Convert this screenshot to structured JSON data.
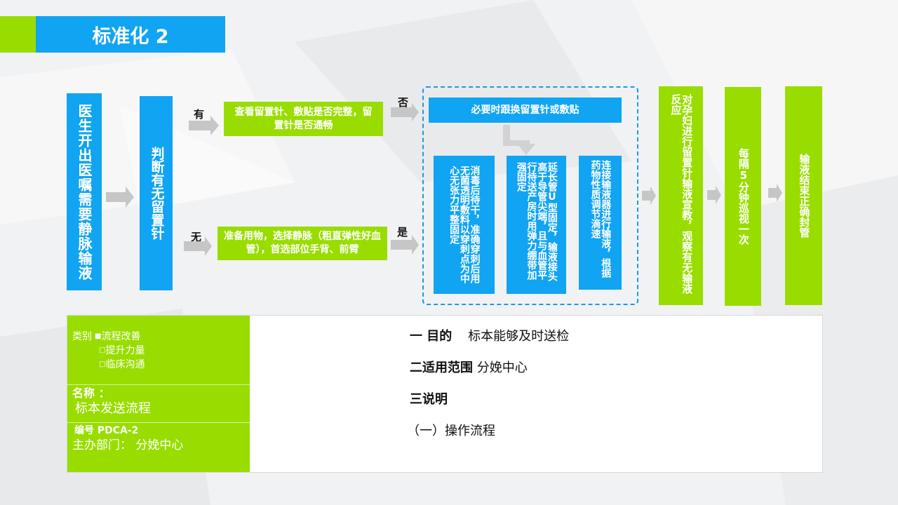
{
  "header": {
    "title": "标准化 2"
  },
  "colors": {
    "blue": "#11a4f2",
    "green": "#99dd00",
    "arrow_gray": "#c6c6c6",
    "dashed_border": "#1a9be8"
  },
  "flow": {
    "step_doctor": "医生开出医嘱需要静脉输液",
    "step_judge": "判断有无留置针",
    "label_yes": "有",
    "label_no": "无",
    "check_box": "查看留置针、敷贴是否完整，留置针是否通畅",
    "prepare_box": "准备用物，选择静脉（粗直弹性好血管），首选部位手背、前臂",
    "label_fou": "否",
    "label_shi": "是",
    "replace_box": "必要时跟换留置针或敷贴",
    "sub_steps": [
      "消毒后待干，准确穿刺后用无菌透明敷料以穿刺点为中心无张力平整固定",
      "延长管U型固定，输液接头高于导管尖端，且与血管平行待送产房时用弹力绷带加强固定",
      "连接输液器进行输液，根据药物性质调节滴速"
    ],
    "step_educate": "对孕妇进行留置针输液宣教，观察有无输液反应",
    "step_patrol": "每隔5分钟巡视一次",
    "step_seal": "输液结束正确封管"
  },
  "info": {
    "category_label": "类别",
    "categories": [
      {
        "mark": "■",
        "text": "流程改善"
      },
      {
        "mark": "□",
        "text": "提升力量"
      },
      {
        "mark": "□",
        "text": "临床沟通"
      }
    ],
    "name_label": "名称 ：",
    "name_value": "标本发送流程",
    "code_label": "编号 PDCA-2",
    "dept_value": "主办部门：  分娩中心",
    "purpose_label": "一 目的",
    "purpose_value": "标本能够及时送检",
    "scope_label": "二适用范围",
    "scope_value": "分娩中心",
    "desc_label": "三说明",
    "procedure_label": "（一）操作流程"
  }
}
